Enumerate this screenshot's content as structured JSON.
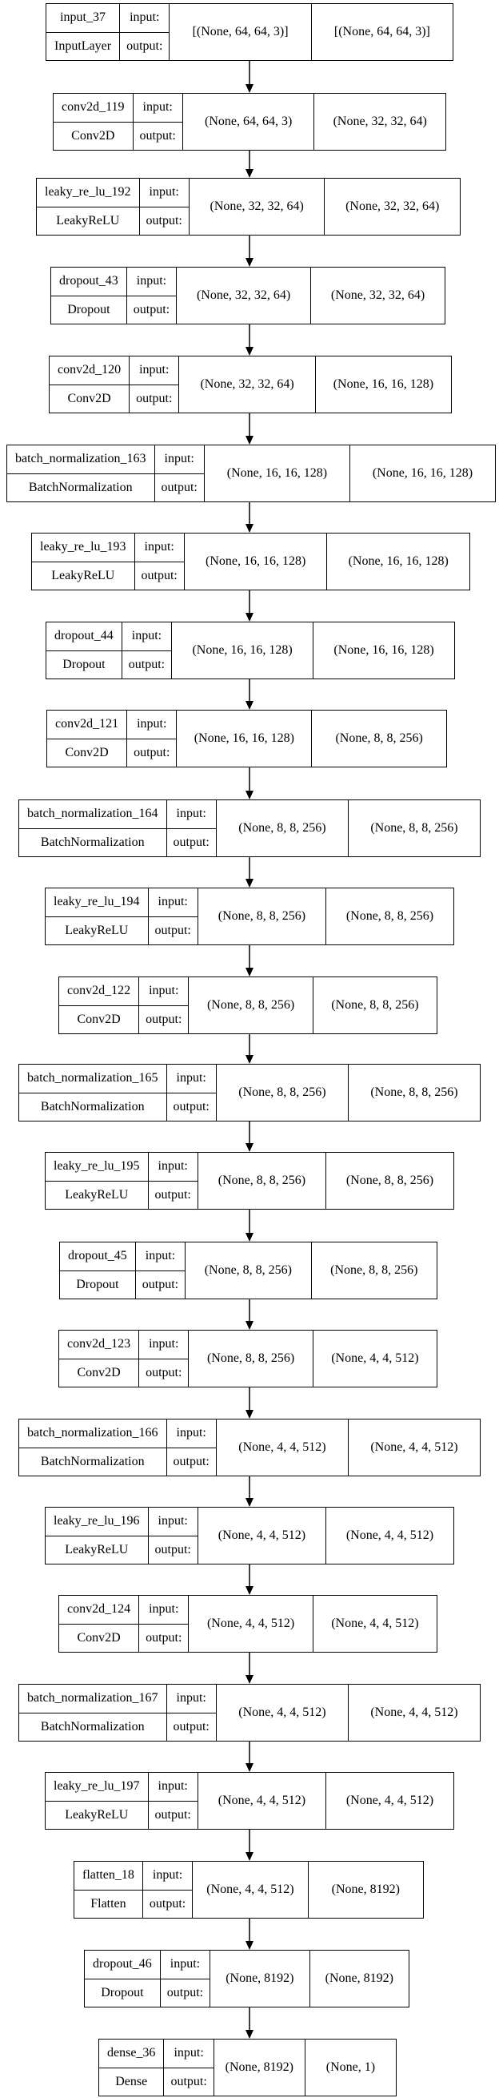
{
  "labels": {
    "input": "input:",
    "output": "output:"
  },
  "layers": [
    {
      "name": "input_37",
      "type": "InputLayer",
      "in": "[(None, 64, 64, 3)]",
      "out": "[(None, 64, 64, 3)]"
    },
    {
      "name": "conv2d_119",
      "type": "Conv2D",
      "in": "(None, 64, 64, 3)",
      "out": "(None, 32, 32, 64)"
    },
    {
      "name": "leaky_re_lu_192",
      "type": "LeakyReLU",
      "in": "(None, 32, 32, 64)",
      "out": "(None, 32, 32, 64)"
    },
    {
      "name": "dropout_43",
      "type": "Dropout",
      "in": "(None, 32, 32, 64)",
      "out": "(None, 32, 32, 64)"
    },
    {
      "name": "conv2d_120",
      "type": "Conv2D",
      "in": "(None, 32, 32, 64)",
      "out": "(None, 16, 16, 128)"
    },
    {
      "name": "batch_normalization_163",
      "type": "BatchNormalization",
      "in": "(None, 16, 16, 128)",
      "out": "(None, 16, 16, 128)"
    },
    {
      "name": "leaky_re_lu_193",
      "type": "LeakyReLU",
      "in": "(None, 16, 16, 128)",
      "out": "(None, 16, 16, 128)"
    },
    {
      "name": "dropout_44",
      "type": "Dropout",
      "in": "(None, 16, 16, 128)",
      "out": "(None, 16, 16, 128)"
    },
    {
      "name": "conv2d_121",
      "type": "Conv2D",
      "in": "(None, 16, 16, 128)",
      "out": "(None, 8, 8, 256)"
    },
    {
      "name": "batch_normalization_164",
      "type": "BatchNormalization",
      "in": "(None, 8, 8, 256)",
      "out": "(None, 8, 8, 256)"
    },
    {
      "name": "leaky_re_lu_194",
      "type": "LeakyReLU",
      "in": "(None, 8, 8, 256)",
      "out": "(None, 8, 8, 256)"
    },
    {
      "name": "conv2d_122",
      "type": "Conv2D",
      "in": "(None, 8, 8, 256)",
      "out": "(None, 8, 8, 256)"
    },
    {
      "name": "batch_normalization_165",
      "type": "BatchNormalization",
      "in": "(None, 8, 8, 256)",
      "out": "(None, 8, 8, 256)"
    },
    {
      "name": "leaky_re_lu_195",
      "type": "LeakyReLU",
      "in": "(None, 8, 8, 256)",
      "out": "(None, 8, 8, 256)"
    },
    {
      "name": "dropout_45",
      "type": "Dropout",
      "in": "(None, 8, 8, 256)",
      "out": "(None, 8, 8, 256)"
    },
    {
      "name": "conv2d_123",
      "type": "Conv2D",
      "in": "(None, 8, 8, 256)",
      "out": "(None, 4, 4, 512)"
    },
    {
      "name": "batch_normalization_166",
      "type": "BatchNormalization",
      "in": "(None, 4, 4, 512)",
      "out": "(None, 4, 4, 512)"
    },
    {
      "name": "leaky_re_lu_196",
      "type": "LeakyReLU",
      "in": "(None, 4, 4, 512)",
      "out": "(None, 4, 4, 512)"
    },
    {
      "name": "conv2d_124",
      "type": "Conv2D",
      "in": "(None, 4, 4, 512)",
      "out": "(None, 4, 4, 512)"
    },
    {
      "name": "batch_normalization_167",
      "type": "BatchNormalization",
      "in": "(None, 4, 4, 512)",
      "out": "(None, 4, 4, 512)"
    },
    {
      "name": "leaky_re_lu_197",
      "type": "LeakyReLU",
      "in": "(None, 4, 4, 512)",
      "out": "(None, 4, 4, 512)"
    },
    {
      "name": "flatten_18",
      "type": "Flatten",
      "in": "(None, 4, 4, 512)",
      "out": "(None, 8192)"
    },
    {
      "name": "dropout_46",
      "type": "Dropout",
      "in": "(None, 8192)",
      "out": "(None, 8192)"
    },
    {
      "name": "dense_36",
      "type": "Dense",
      "in": "(None, 8192)",
      "out": "(None, 1)"
    }
  ]
}
